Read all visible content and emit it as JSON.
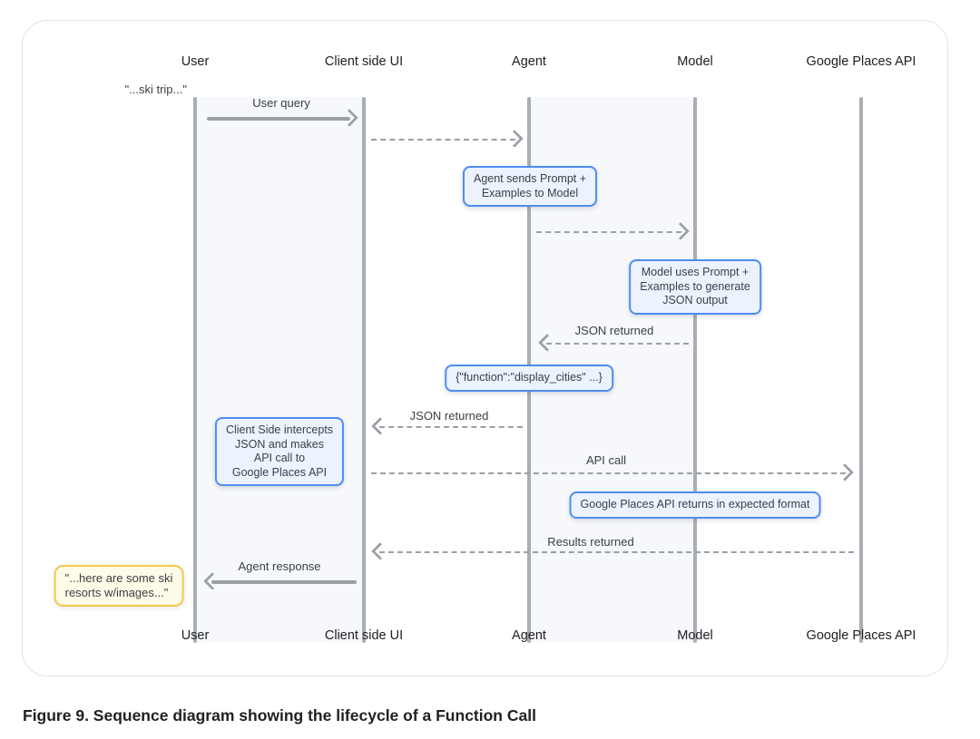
{
  "figure": {
    "caption": "Figure 9. Sequence diagram showing the lifecycle of a Function Call"
  },
  "actors": [
    {
      "name": "User"
    },
    {
      "name": "Client side UI"
    },
    {
      "name": "Agent"
    },
    {
      "name": "Model"
    },
    {
      "name": "Google Places API"
    }
  ],
  "quotes": {
    "input": "\"...ski trip...\"",
    "output": "\"...here are some ski\nresorts w/images...\""
  },
  "messages": [
    {
      "label": "User query",
      "style": "solid",
      "direction": "right",
      "from": "User",
      "to": "Client side UI"
    },
    {
      "label": "",
      "style": "dashed",
      "direction": "right",
      "from": "Client side UI",
      "to": "Agent"
    },
    {
      "label": "",
      "style": "dashed",
      "direction": "right",
      "from": "Agent",
      "to": "Model"
    },
    {
      "label": "JSON returned",
      "style": "dashed",
      "direction": "left",
      "from": "Model",
      "to": "Agent"
    },
    {
      "label": "JSON returned",
      "style": "dashed",
      "direction": "left",
      "from": "Agent",
      "to": "Client side UI"
    },
    {
      "label": "API call",
      "style": "dashed",
      "direction": "right",
      "from": "Client side UI",
      "to": "Google Places API"
    },
    {
      "label": "Results returned",
      "style": "dashed",
      "direction": "left",
      "from": "Google Places API",
      "to": "Client side UI"
    },
    {
      "label": "Agent response",
      "style": "solid",
      "direction": "left",
      "from": "Client side UI",
      "to": "User"
    }
  ],
  "notes": [
    {
      "text": "Agent sends Prompt +\nExamples to Model"
    },
    {
      "text": "Model uses Prompt +\nExamples to generate\nJSON output"
    },
    {
      "text": "{\"function\":\"display_cities\" ...}"
    },
    {
      "text": "Client Side intercepts\nJSON and makes\nAPI call to\nGoogle Places API"
    },
    {
      "text": "Google Places API returns in expected format"
    }
  ],
  "colors": {
    "note_border": "#4e8df5",
    "note_fill": "#ecf3fe",
    "quote_border": "#f3c84b",
    "quote_fill": "#fffbe9",
    "line_gray": "#9aa0a6",
    "lifeline_gray": "#a9aeb4",
    "text": "#3c4043"
  }
}
